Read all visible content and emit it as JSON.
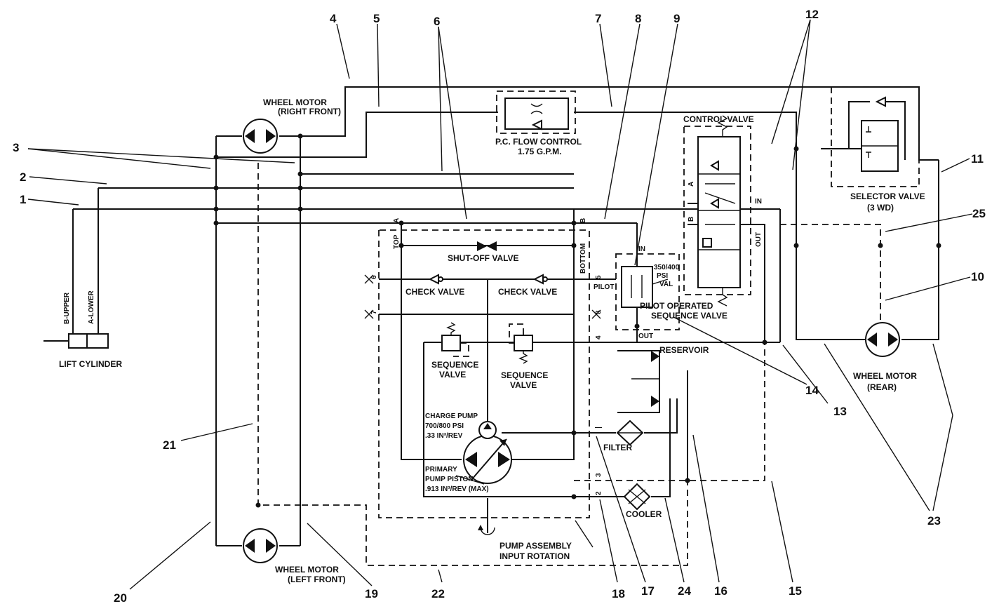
{
  "callouts": [
    "1",
    "2",
    "3",
    "4",
    "5",
    "6",
    "7",
    "8",
    "9",
    "10",
    "11",
    "12",
    "13",
    "14",
    "15",
    "16",
    "17",
    "18",
    "19",
    "20",
    "21",
    "22",
    "23",
    "24",
    "25"
  ],
  "labels": {
    "wheel_motor_right_front": "WHEEL MOTOR",
    "wheel_motor_right_front_sub": "(RIGHT FRONT)",
    "wheel_motor_left_front": "WHEEL MOTOR",
    "wheel_motor_left_front_sub": "(LEFT FRONT)",
    "wheel_motor_rear": "WHEEL MOTOR",
    "wheel_motor_rear_sub": "(REAR)",
    "pc_flow_control": "P.C. FLOW CONTROL",
    "pc_flow_rate": "1.75 G.P.M.",
    "control_valve": "CONTROL VALVE",
    "selector_valve": "SELECTOR VALVE",
    "selector_valve_sub": "(3 WD)",
    "shut_off_valve": "SHUT-OFF VALVE",
    "check_valve_left": "CHECK VALVE",
    "check_valve_right": "CHECK VALVE",
    "sequence_valve_left": "SEQUENCE",
    "sequence_valve_left_sub": "VALVE",
    "sequence_valve_right": "SEQUENCE",
    "sequence_valve_right_sub": "VALVE",
    "charge_pump_1": "CHARGE PUMP",
    "charge_pump_2": "700/800 PSI",
    "charge_pump_3": ".33 IN³/REV",
    "primary_1": "PRIMARY",
    "primary_2": "PUMP PISTON",
    "primary_3": ".913 IN³/REV (MAX)",
    "pump_assembly": "PUMP ASSEMBLY",
    "input_rotation": "INPUT ROTATION",
    "pilot_seq_1": "PILOT OPERATED",
    "pilot_seq_2": "SEQUENCE VALVE",
    "pilot_psi_1": "350/400",
    "pilot_psi_2": "PSI",
    "pilot_psi_3": "VAL",
    "reservoir": "RESERVOIR",
    "filter": "FILTER",
    "cooler": "COOLER",
    "lift_cylinder": "LIFT CYLINDER",
    "b_upper": "B-UPPER",
    "a_lower": "A-LOWER",
    "port_in": "IN",
    "port_out": "OUT",
    "port_pilot": "PILOT",
    "port_top": "TOP",
    "port_bottom": "BOTTOM",
    "port_a": "A",
    "port_b": "B",
    "port_a_cv": "A",
    "port_b_cv": "B",
    "port_in_cv": "IN",
    "port_out_cv": "OUT",
    "port_in_seq": "IN",
    "port_out_seq": "OUT",
    "port_1": "1",
    "port_2": "2",
    "port_3": "3",
    "port_4": "4",
    "port_5": "5",
    "port_6": "6",
    "port_7": "7",
    "port_8": "8",
    "port_minus": "—"
  }
}
